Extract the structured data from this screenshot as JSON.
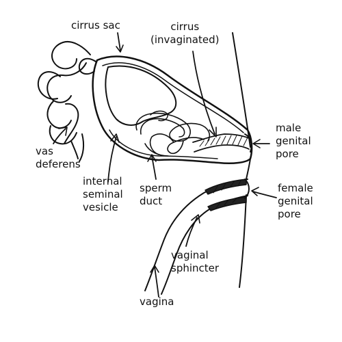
{
  "labels": {
    "cirrus_sac": "cirrus sac",
    "cirrus": [
      "cirrus",
      "(invaginated)"
    ],
    "vas_deferens": [
      "vas",
      "deferens"
    ],
    "internal_seminal_vesicle": [
      "internal",
      "seminal",
      "vesicle"
    ],
    "sperm_duct": [
      "sperm",
      "duct"
    ],
    "male_genital_pore": [
      "male",
      "genital",
      "pore"
    ],
    "female_genital_pore": [
      "female",
      "genital",
      "pore"
    ],
    "vaginal_sphincter": [
      "vaginal",
      "sphincter"
    ],
    "vagina": "vagina"
  },
  "colors": {
    "ink": "#111111",
    "background": "#ffffff"
  }
}
